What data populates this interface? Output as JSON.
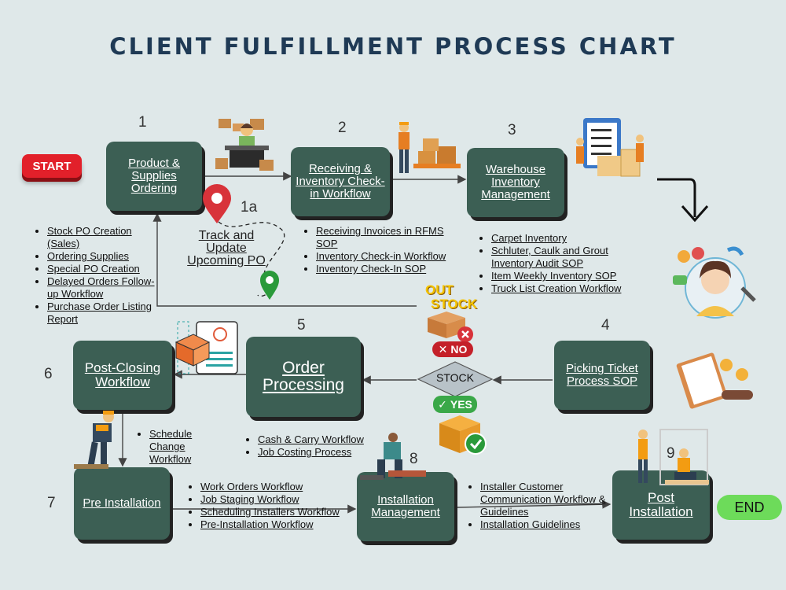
{
  "title": "CLIENT FULFILLMENT PROCESS CHART",
  "start_label": "START",
  "end_label": "END",
  "nodes": {
    "product": {
      "num": "1",
      "label": "Product & Supplies Ordering"
    },
    "track": {
      "num": "1a",
      "label": "Track and Update Upcoming PO"
    },
    "receiving": {
      "num": "2",
      "label": "Receiving & Inventory Check-in Workflow"
    },
    "warehouse": {
      "num": "3",
      "label": "Warehouse Inventory Management"
    },
    "picking": {
      "num": "4",
      "label": "Picking Ticket Process SOP"
    },
    "order": {
      "num": "5",
      "label": "Order Processing"
    },
    "postclosing": {
      "num": "6",
      "label": "Post-Closing Workflow"
    },
    "preinstall": {
      "num": "7",
      "label": "Pre Installation"
    },
    "install": {
      "num": "8",
      "label": "Installation Management"
    },
    "postinstall": {
      "num": "9",
      "label": "Post Installation"
    }
  },
  "lists": {
    "product": [
      "Stock PO Creation (Sales)",
      "Ordering Supplies",
      "Special PO Creation",
      "Delayed Orders Follow-up Workflow",
      "Purchase Order Listing Report"
    ],
    "receiving": [
      "Receiving Invoices in RFMS SOP",
      "Inventory Check-in Workflow",
      "Inventory Check-In SOP"
    ],
    "warehouse": [
      "Carpet Inventory",
      "Schluter, Caulk and Grout Inventory Audit SOP",
      "Item Weekly Inventory SOP",
      "Truck List Creation Workflow"
    ],
    "postclosing": [
      "Schedule Change Workflow"
    ],
    "order": [
      "Cash & Carry Workflow",
      "Job Costing Process"
    ],
    "preinstall": [
      "Work Orders Workflow",
      "Job Staging Workflow",
      "Scheduling Installers Workflow",
      "Pre-Installation Workflow"
    ],
    "install": [
      "Installer Customer Communication Workflow & Guidelines",
      "Installation Guidelines"
    ]
  },
  "stock": {
    "label": "STOCK",
    "out_text_1": "OUT",
    "out_text_2": "STOCK",
    "no_label": "NO",
    "yes_label": "YES"
  },
  "colors": {
    "background": "#dfe8e9",
    "node": "#3c5f54",
    "title": "#1f3a55",
    "start": "#e2202a",
    "end": "#6ddb5a"
  }
}
